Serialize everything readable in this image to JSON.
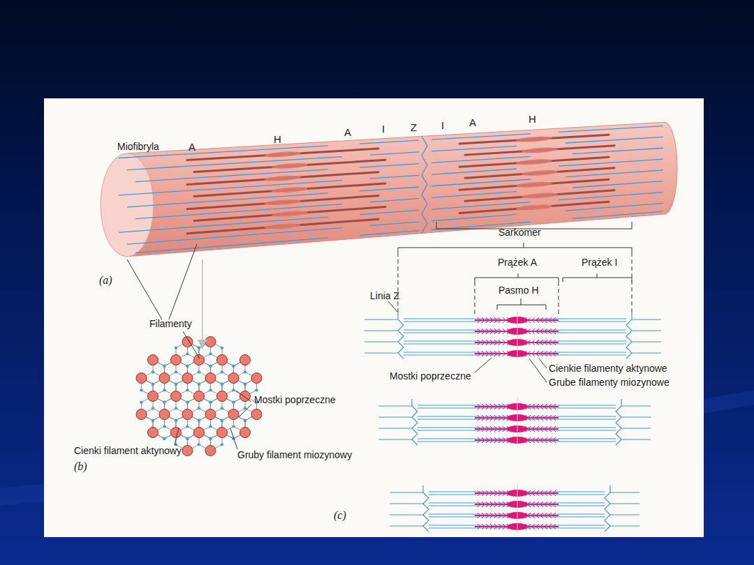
{
  "diagram": {
    "labels": [
      "Miofibryla",
      "A",
      "H",
      "A",
      "I",
      "Z",
      "I",
      "A",
      "H",
      "Sarkomer",
      "(a)",
      "Filamenty",
      "Mostki poprzeczne",
      "Cienki filament aktynowy",
      "Gruby filament miozynowy",
      "(b)",
      "Prążek A",
      "Prążek I",
      "Pasmo H",
      "Linia Z",
      "Mostki poprzeczne",
      "Cienkie filamenty aktynowe",
      "Grube filamenty miozynowe",
      "(c)"
    ]
  }
}
